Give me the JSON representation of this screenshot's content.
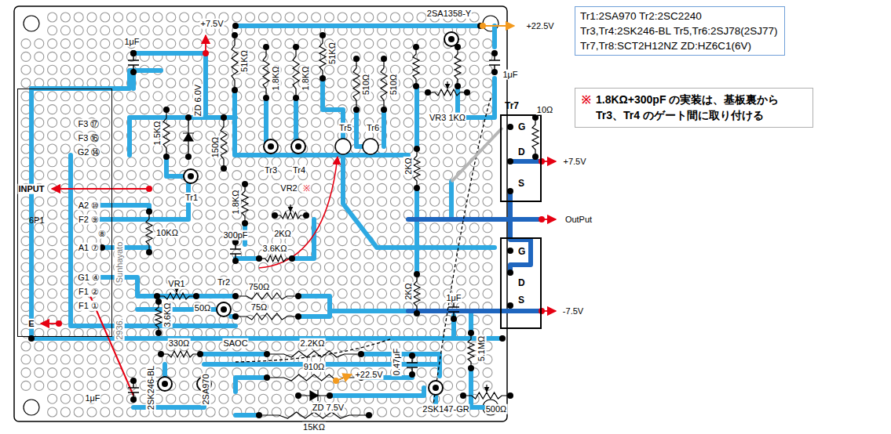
{
  "diagram": {
    "nodes": [
      {
        "text": [
          "6P1"
        ]
      },
      {
        "text": [
          "Tr7",
          "G",
          "D",
          "S"
        ]
      },
      {
        "text": [
          "G",
          "D",
          "S"
        ]
      },
      {
        "text": [
          "Tr1:2SA970 Tr2:2SC2240",
          "Tr3,Tr4:2SK246-BL Tr5,Tr6:2SJ78(2SJ77)",
          "Tr7,Tr8:SCT2H12NZ ZD:HZ6C1(6V)"
        ]
      },
      {
        "text": [
          "※",
          "1.8KΩ+300pF の実装は、基板裏から Tr3、Tr4 のゲート間に取り付ける"
        ]
      }
    ],
    "edges": [
      {
        "from": 1,
        "to": 2,
        "arrow": "none"
      }
    ],
    "labels": [
      "+7.5V",
      "2SA1358-Y",
      "+22.5V",
      "1μF",
      "1μF",
      "51KΩ",
      "1.8KΩ",
      "1.8KΩ",
      "51KΩ",
      "510Ω",
      "510Ω",
      "VR3 1KΩ",
      "1.5KΩ",
      "ZD 6.0V",
      "150Ω",
      "F3 ⑰",
      "F3 ⑯",
      "G2 ⑭",
      "Tr5",
      "Tr6",
      "Tr1",
      "Tr3",
      "Tr4",
      "INPUT",
      "VR2",
      "※",
      "A2 ⑩",
      "F2 ⑨",
      "⑧",
      "10KΩ",
      "1.8KΩ",
      "2KΩ",
      "300pF",
      "3.6KΩ",
      "2KΩ",
      "2KΩ",
      "A1 ⑦",
      "G1 ④",
      "F1 ②",
      "F1 ①",
      "VR1",
      "Tr2",
      "3.6KΩ",
      "50Ω",
      "750Ω",
      "75Ω",
      "E",
      "Sunhayato",
      "2936.",
      "330Ω",
      "SAOC",
      "2.2KΩ",
      "910Ω",
      "+22.5V",
      "0.47μF",
      "1μF",
      "5.1MΩ",
      "1μF",
      "2SK246-BL",
      "2SA970",
      "ZD 7.5V",
      "2SK147-GR",
      "500Ω",
      "15KΩ",
      "10Ω",
      "+7.5V",
      "OutPut",
      "-7.5V"
    ]
  }
}
